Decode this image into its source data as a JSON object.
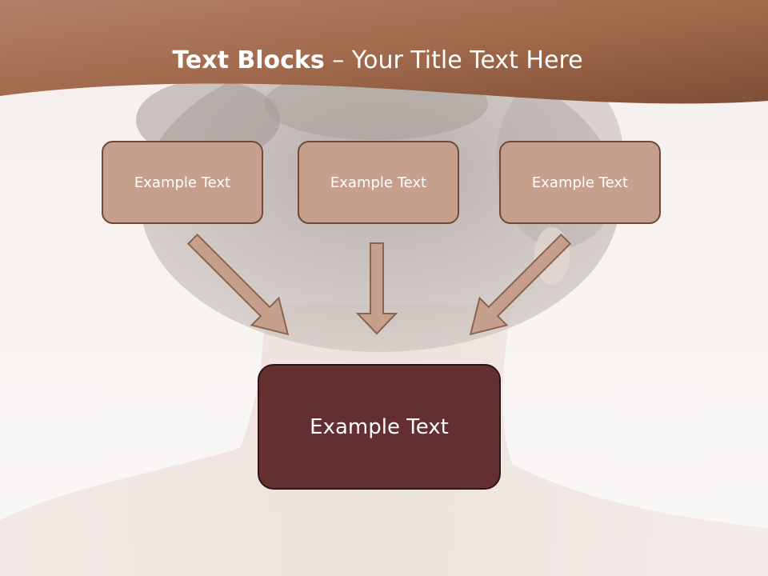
{
  "slide": {
    "title_bold": "Text Blocks",
    "title_rest": " – Your Title Text Here"
  },
  "blocks": [
    {
      "text": "Example Text"
    },
    {
      "text": "Example Text"
    },
    {
      "text": "Example Text"
    }
  ],
  "center_block": {
    "text": "Example Text"
  },
  "colors": {
    "header_brown": "#a26a4c",
    "box_fill": "#c6a08c",
    "box_border": "#6f4a38",
    "center_fill": "#642f30",
    "center_border": "#2f1414"
  }
}
